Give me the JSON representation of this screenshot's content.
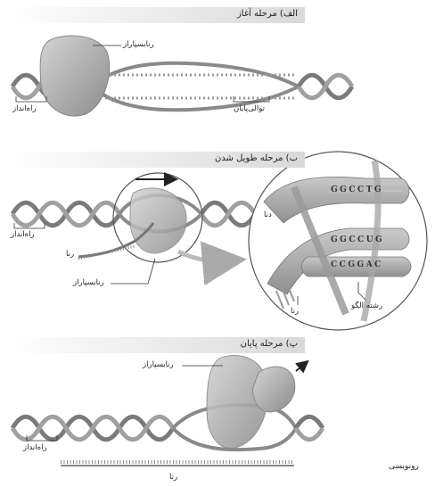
{
  "stages": {
    "initiation": {
      "title": "الف) مرحله آغاز",
      "rna_polymerase_label": "رنابسپاراز",
      "promoter_label": "راه‌انداز",
      "terminator_label": "توالی‌پایان"
    },
    "elongation": {
      "title": "ب) مرحله طویل شدن",
      "rna_label": "رنا",
      "rna_polymerase_label": "رنابسپاراز",
      "promoter_label": "راه‌انداز"
    },
    "termination": {
      "title": "پ) مرحله پایان",
      "rna_polymerase_label": "رنابسپاراز",
      "promoter_label": "راه‌انداز",
      "rna_label": "رنا"
    }
  },
  "zoom": {
    "dna_label": "دنا",
    "rna_label": "رنا",
    "template_strand_label": "رشته الگو",
    "coding_sequence": "GGCCTG",
    "rna_sequence": "GGCCUG",
    "template_sequence": "CCGGAC"
  },
  "caption": "رونویسی",
  "colors": {
    "dna": "#8a8a8a",
    "dna_dark": "#555555",
    "polymerase": "#b4b4b4",
    "title_band": "#d9d9d9",
    "arrow": "#222222"
  }
}
